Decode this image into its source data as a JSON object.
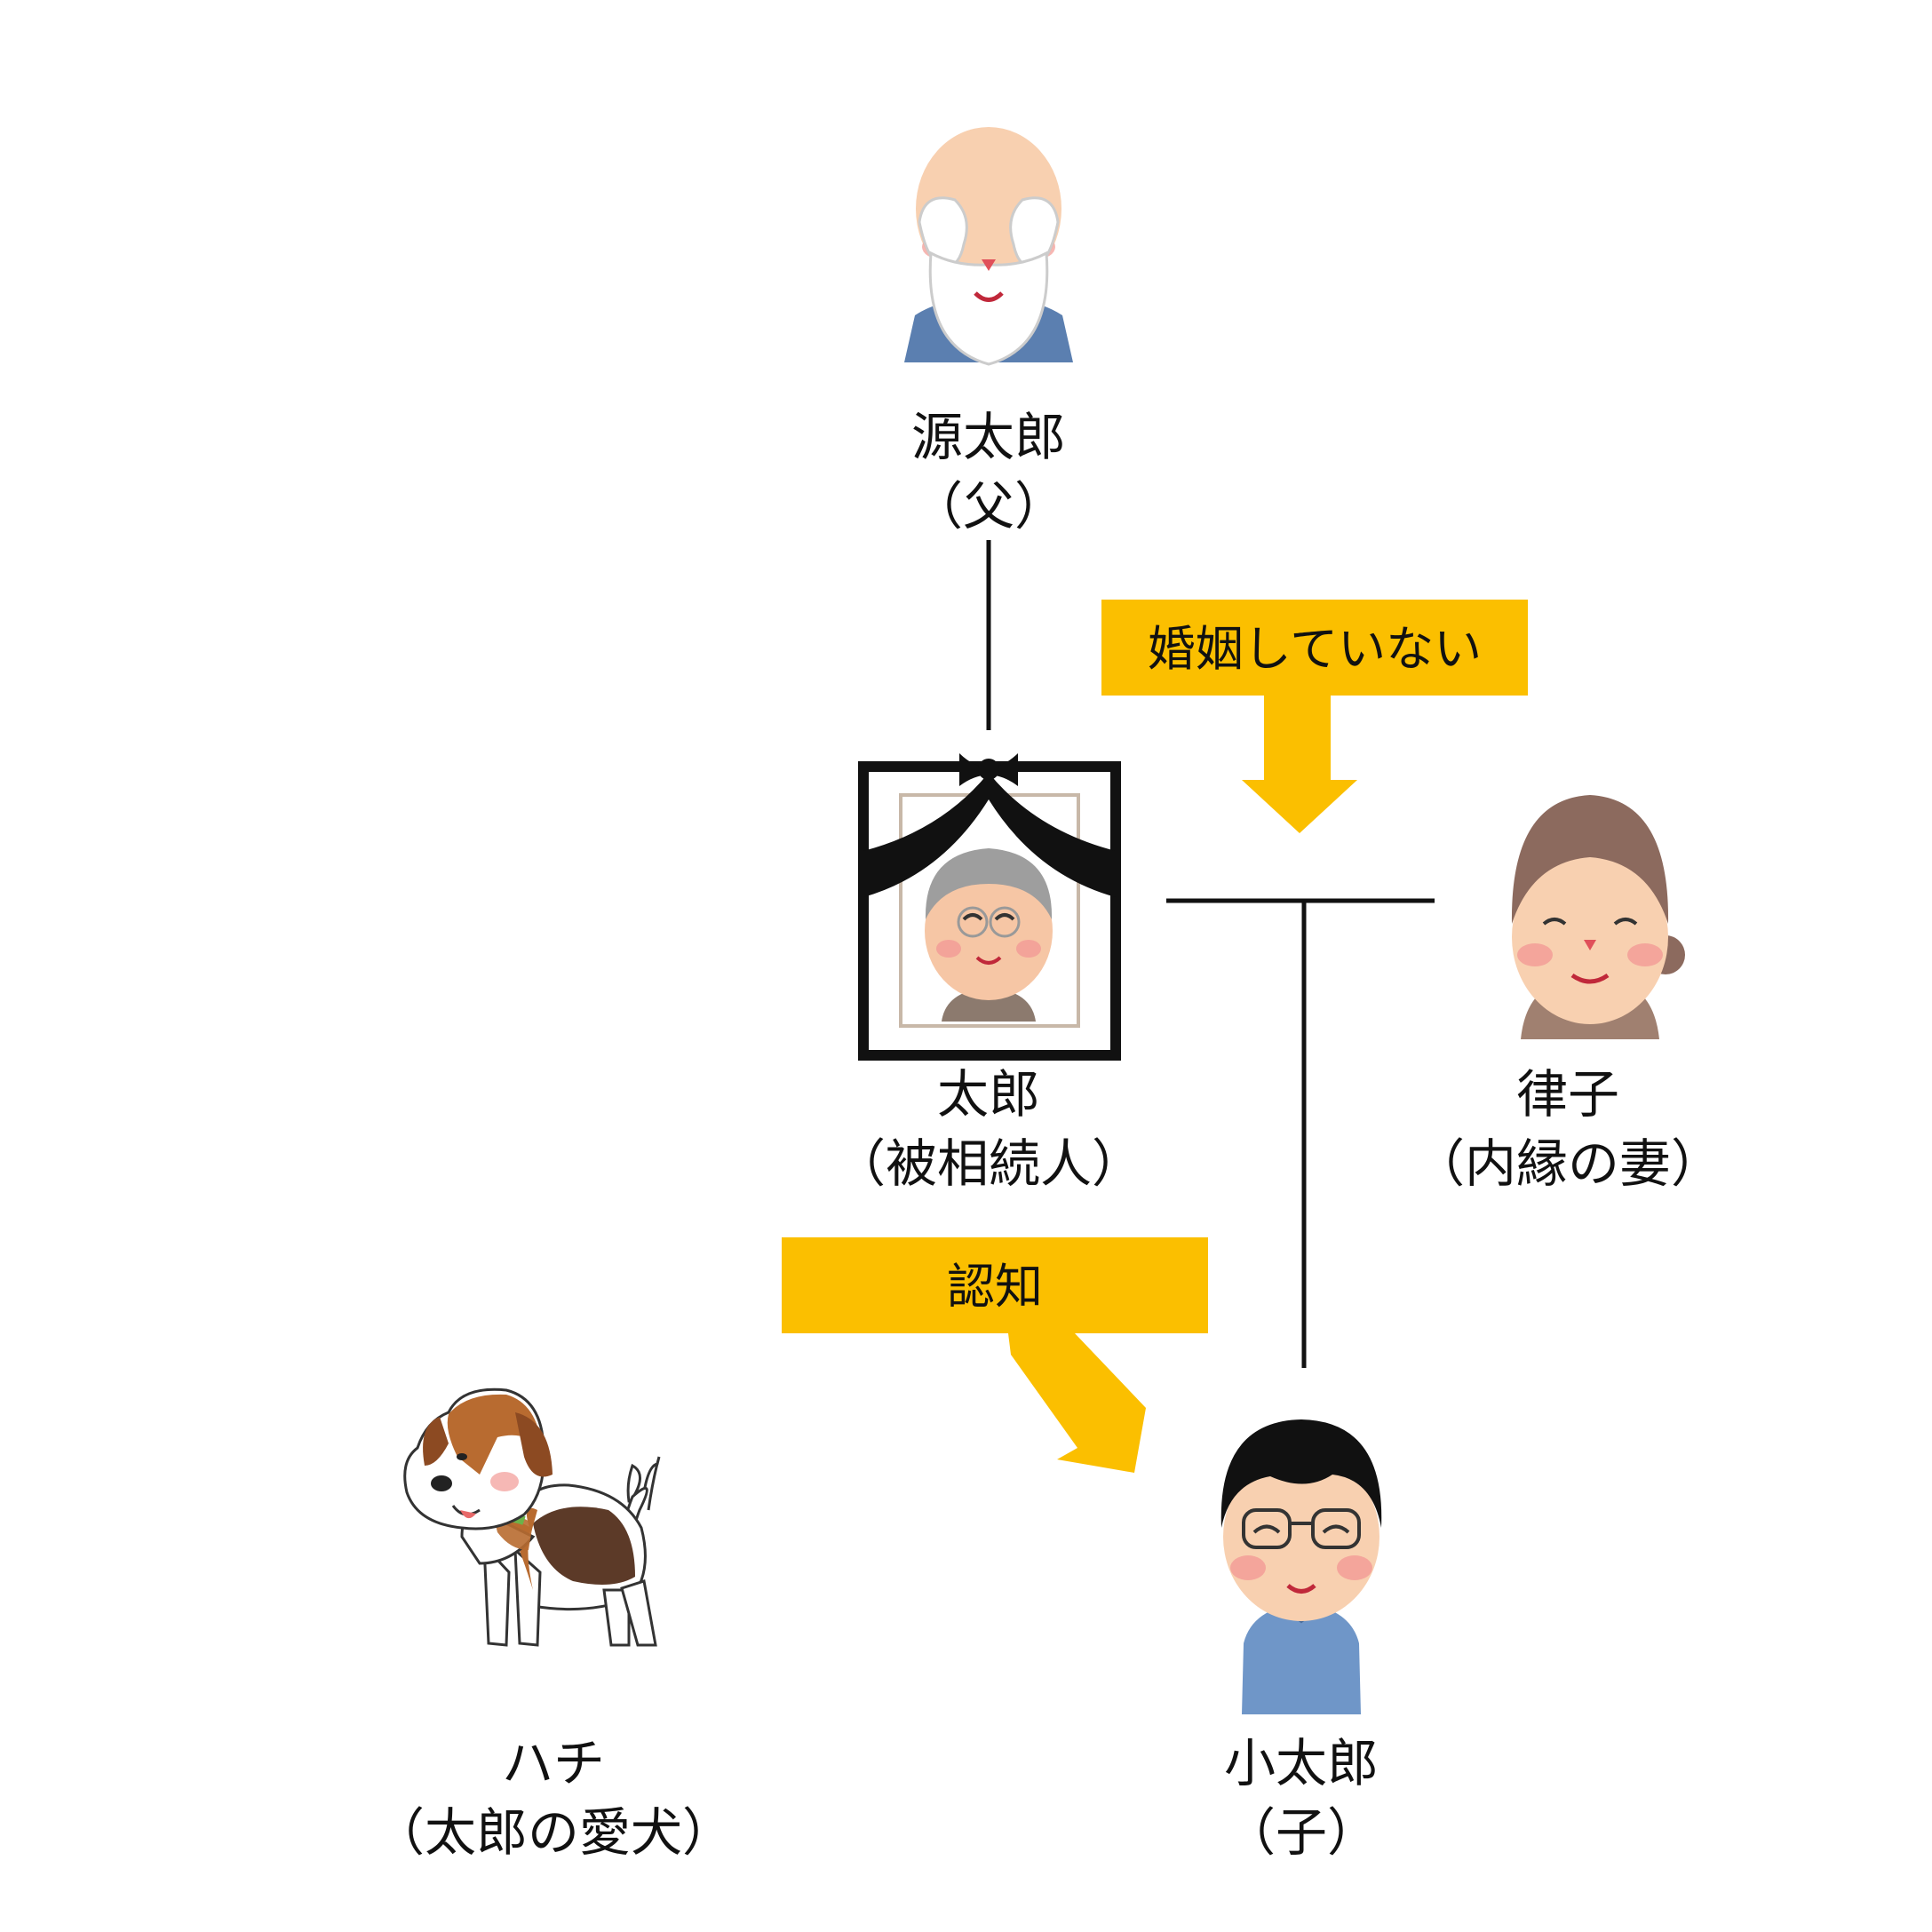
{
  "people": {
    "father": {
      "name": "源太郎",
      "relation": "（父）"
    },
    "deceased": {
      "name": "太郎",
      "relation": "（被相続人）"
    },
    "partner": {
      "name": "律子",
      "relation": "（内縁の妻）"
    },
    "child": {
      "name": "小太郎",
      "relation": "（子）"
    },
    "dog": {
      "name": "ハチ",
      "relation": "（太郎の愛犬）"
    }
  },
  "callouts": {
    "not_married": "婚姻していない",
    "acknowledged": "認知"
  },
  "colors": {
    "callout": "#FBBF00",
    "line": "#111111"
  }
}
